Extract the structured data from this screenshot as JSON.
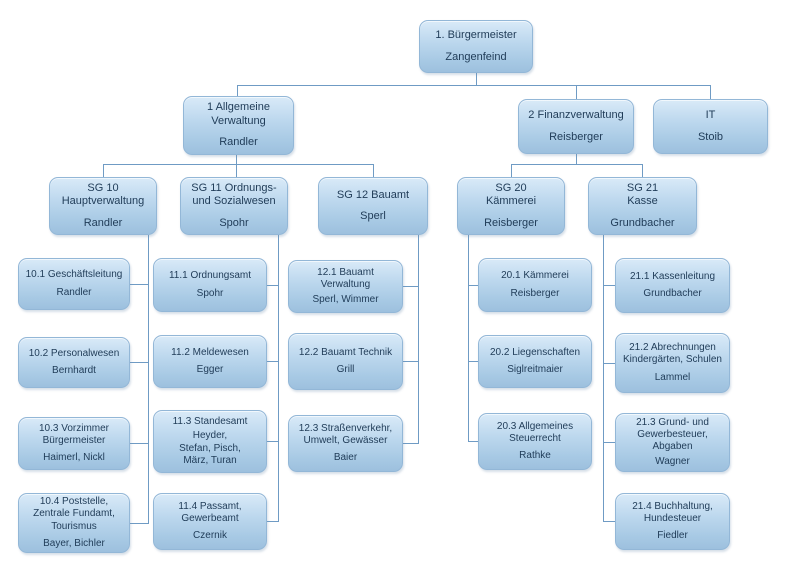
{
  "colors": {
    "background": "#ffffff",
    "box_fill_top": "#d9eaf8",
    "box_fill_bottom": "#9dc0de",
    "box_border": "#93b7d7",
    "connector": "#6f9bc4",
    "text": "#1f3b57"
  },
  "nodes": {
    "buergermeister": {
      "label": "1. Bürgermeister",
      "person": "Zangenfeind"
    },
    "allgemeine_verwaltung": {
      "label": "1 Allgemeine\nVerwaltung",
      "person": "Randler"
    },
    "finanzverwaltung": {
      "label": "2 Finanzverwaltung",
      "person": "Reisberger"
    },
    "it": {
      "label": "IT",
      "person": "Stoib"
    },
    "sg10": {
      "label": "SG 10\nHauptverwaltung",
      "person": "Randler"
    },
    "sg11": {
      "label": "SG 11 Ordnungs-\nund Sozialwesen",
      "person": "Spohr"
    },
    "sg12": {
      "label": "SG 12 Bauamt",
      "person": "Sperl"
    },
    "sg20": {
      "label": "SG 20\nKämmerei",
      "person": "Reisberger"
    },
    "sg21": {
      "label": "SG 21\nKasse",
      "person": "Grundbacher"
    },
    "n10_1": {
      "label": "10.1 Geschäftsleitung",
      "person": "Randler"
    },
    "n10_2": {
      "label": "10.2 Personalwesen",
      "person": "Bernhardt"
    },
    "n10_3": {
      "label": "10.3 Vorzimmer\nBürgermeister",
      "person": "Haimerl, Nickl"
    },
    "n10_4": {
      "label": "10.4 Poststelle,\nZentrale Fundamt,\nTourismus",
      "person": "Bayer, Bichler"
    },
    "n11_1": {
      "label": "11.1 Ordnungsamt",
      "person": "Spohr"
    },
    "n11_2": {
      "label": "11.2 Meldewesen",
      "person": "Egger"
    },
    "n11_3": {
      "label": "11.3 Standesamt",
      "person": "Heyder,\nStefan, Pisch,\nMärz, Turan"
    },
    "n11_4": {
      "label": "11.4 Passamt,\nGewerbeamt",
      "person": "Czernik"
    },
    "n12_1": {
      "label": "12.1 Bauamt\nVerwaltung",
      "person": "Sperl, Wimmer"
    },
    "n12_2": {
      "label": "12.2 Bauamt Technik",
      "person": "Grill"
    },
    "n12_3": {
      "label": "12.3 Straßenverkehr,\nUmwelt, Gewässer",
      "person": "Baier"
    },
    "n20_1": {
      "label": "20.1 Kämmerei",
      "person": "Reisberger"
    },
    "n20_2": {
      "label": "20.2 Liegenschaften",
      "person": "Siglreitmaier"
    },
    "n20_3": {
      "label": "20.3 Allgemeines\nSteuerrecht",
      "person": "Rathke"
    },
    "n21_1": {
      "label": "21.1 Kassenleitung",
      "person": "Grundbacher"
    },
    "n21_2": {
      "label": "21.2 Abrechnungen\nKindergärten, Schulen",
      "person": "Lammel"
    },
    "n21_3": {
      "label": "21.3 Grund- und\nGewerbesteuer,\nAbgaben",
      "person": "Wagner"
    },
    "n21_4": {
      "label": "21.4 Buchhaltung,\nHundesteuer",
      "person": "Fiedler"
    }
  }
}
